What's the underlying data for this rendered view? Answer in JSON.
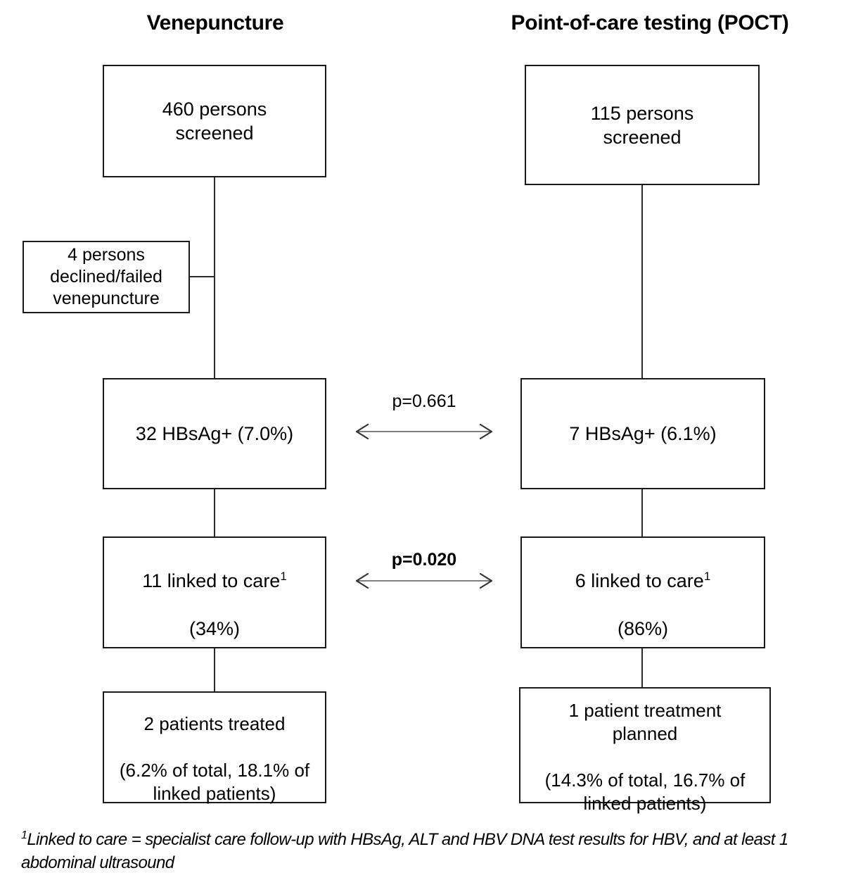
{
  "diagram": {
    "type": "flowchart",
    "title_absent": true,
    "columns": [
      {
        "id": "venepuncture",
        "header": "Venepuncture",
        "nodes": [
          {
            "id": "screened",
            "text": "460 persons\nscreened"
          },
          {
            "id": "exclusion",
            "text": "4 persons\ndeclined/failed\nvenepuncture"
          },
          {
            "id": "hbsag",
            "text": "32 HBsAg+ (7.0%)"
          },
          {
            "id": "linked",
            "text": "11 linked to care",
            "sup": "1",
            "text2": "(34%)"
          },
          {
            "id": "treated",
            "text": "2 patients treated",
            "text2": "(6.2% of total, 18.1% of\nlinked patients)"
          }
        ]
      },
      {
        "id": "poct",
        "header": "Point-of-care testing (POCT)",
        "nodes": [
          {
            "id": "screened",
            "text": "115 persons\nscreened"
          },
          {
            "id": "hbsag",
            "text": "7 HBsAg+ (6.1%)"
          },
          {
            "id": "linked",
            "text": "6 linked to care",
            "sup": "1",
            "text2": "(86%)"
          },
          {
            "id": "treated",
            "text": "1 patient treatment\nplanned",
            "text2": "(14.3% of total, 16.7% of\nlinked patients)"
          }
        ]
      }
    ],
    "comparisons": [
      {
        "id": "hbsag-comparison",
        "label": "p=0.661",
        "bold": false
      },
      {
        "id": "linked-comparison",
        "label": "p=0.020",
        "bold": true
      }
    ],
    "footnote": {
      "marker": "1",
      "text": "Linked to care = specialist care follow-up with HBsAg, ALT and HBV DNA test results for HBV, and at least 1 abdominal ultrasound"
    },
    "colors": {
      "background": "#ffffff",
      "box_border": "#1a1a1a",
      "connector": "#2b2b2b",
      "text": "#000000"
    }
  }
}
